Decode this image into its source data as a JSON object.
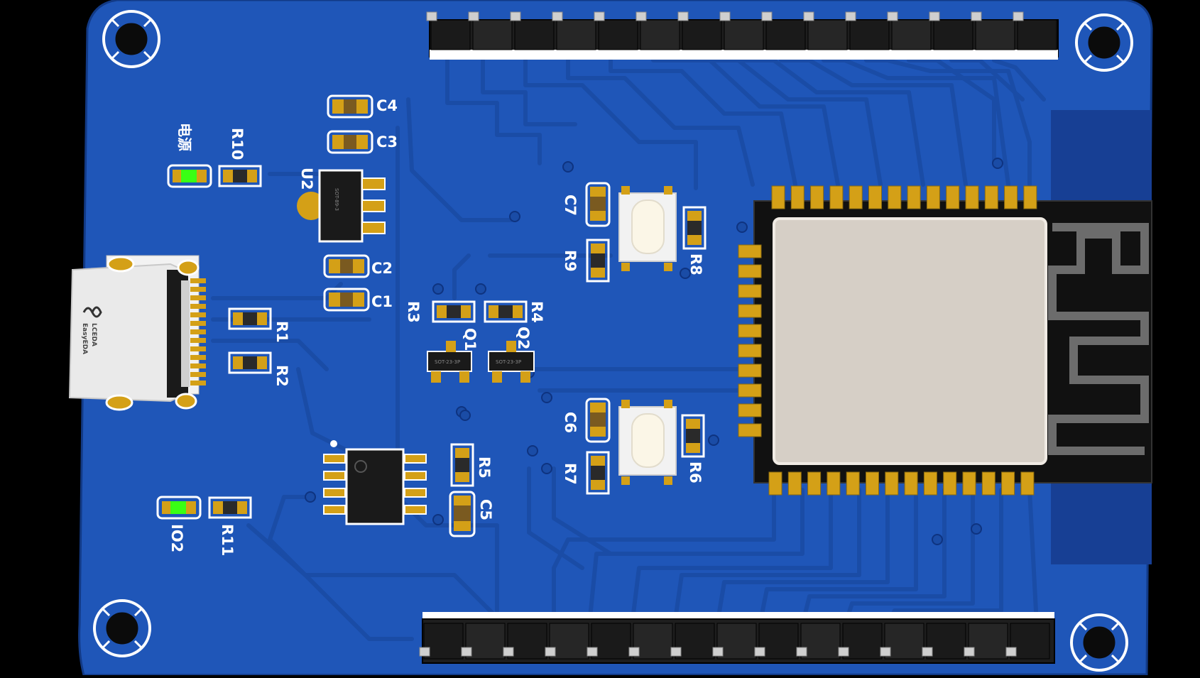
{
  "board": {
    "colors": {
      "background": "#000000",
      "board": "#1f56b8",
      "trace": "#1a4ca6",
      "pad": "#d4a017",
      "silk": "#ffffff",
      "module_can": "#d6cfc6",
      "led": "#39ff14"
    }
  },
  "labels": {
    "c4": "C4",
    "c3": "C3",
    "c2": "C2",
    "c1": "C1",
    "c5": "C5",
    "c6": "C6",
    "c7": "C7",
    "r1": "R1",
    "r2": "R2",
    "r3": "R3",
    "r4": "R4",
    "r5": "R5",
    "r6": "R6",
    "r7": "R7",
    "r8": "R8",
    "r9": "R9",
    "r10": "R10",
    "r11": "R11",
    "q1": "Q1",
    "q2": "Q2",
    "u2": "U2",
    "power_led": "电源",
    "io2_led": "IO2",
    "usb_logo_1": "LCEDA",
    "usb_logo_2": "EasyEDA",
    "sot_1": "SOT-23-3P",
    "sot_2": "SOT-23-3P",
    "ldo_mark": "SOT-89-3"
  },
  "icons": {
    "mount_hole": "mounting-hole-icon",
    "usb": "usb-c-connector-icon",
    "antenna": "pcb-antenna-icon"
  }
}
